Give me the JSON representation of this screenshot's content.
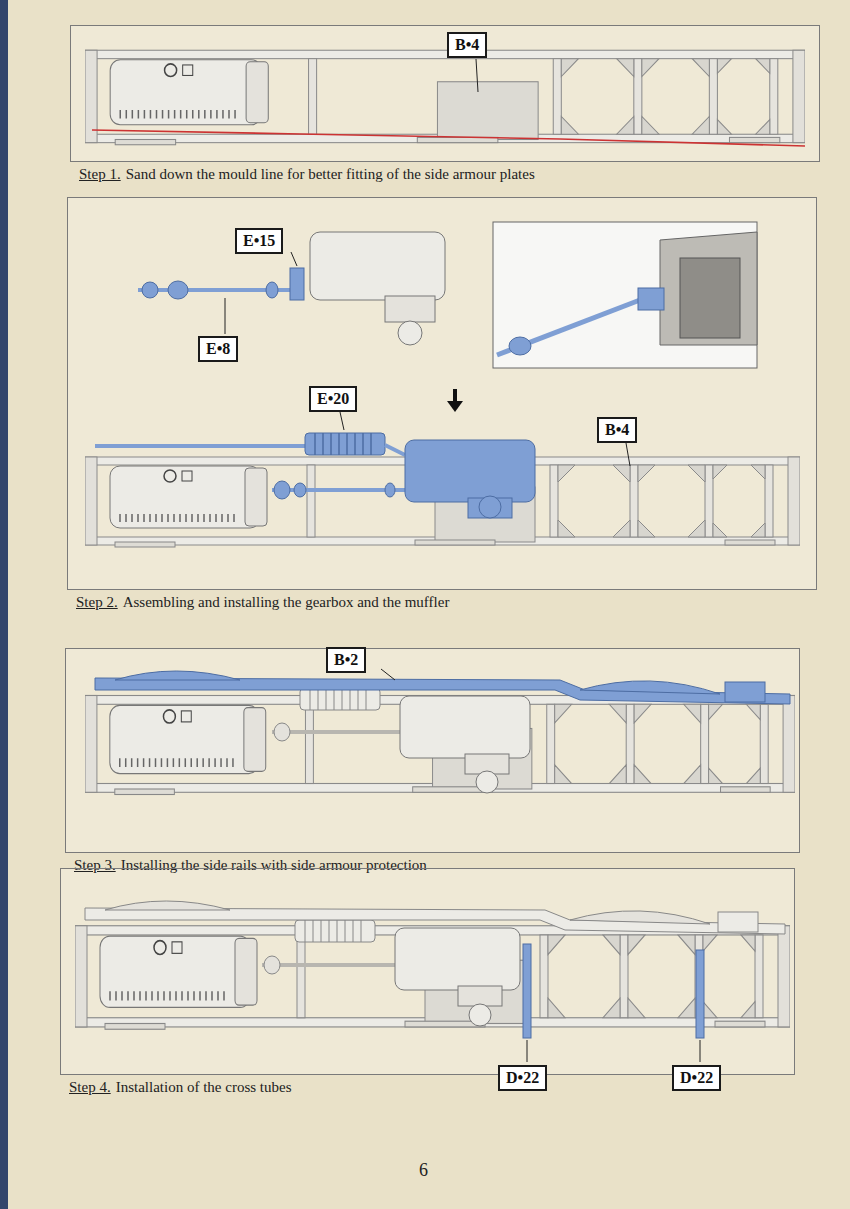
{
  "diagram": {
    "nodes": [
      {
        "text": [
          "Step 1.",
          "Sand down the mould line for better fitting of the side armour plates"
        ]
      },
      {
        "text": [
          "Step 2.",
          "Assembling and installing the gearbox and the muffler"
        ]
      },
      {
        "text": [
          "Step 3.",
          "Installing the side rails with side armour protection"
        ]
      },
      {
        "text": [
          "Step 4.",
          "Installation of the cross tubes"
        ]
      }
    ],
    "labels": [
      "B•4",
      "E•15",
      "E•8",
      "E•20",
      "B•4",
      "B•2",
      "D•22",
      "D•22",
      "6"
    ]
  }
}
